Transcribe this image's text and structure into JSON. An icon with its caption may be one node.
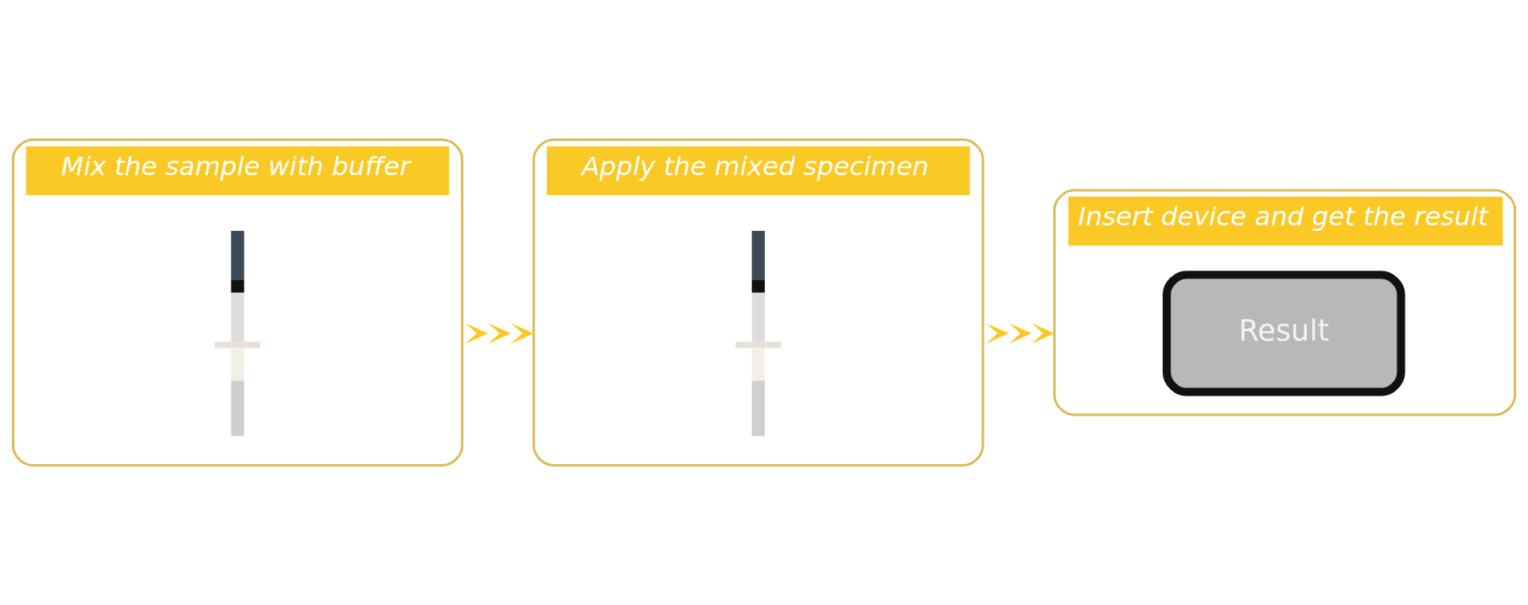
{
  "diagram": {
    "nodes": [
      {
        "text": [
          "Mix the sample with buffer"
        ]
      },
      {
        "text": [],
        "shape": "picture",
        "in": 0
      },
      {
        "text": [
          "Apply the mixed specimen"
        ]
      },
      {
        "text": [],
        "shape": "picture",
        "in": 2
      },
      {
        "text": [
          "Insert device and get the result"
        ]
      },
      {
        "text": [
          "Result"
        ],
        "in": 4
      }
    ],
    "edges": [
      {
        "from": 0,
        "to": 2,
        "arrow": "to"
      },
      {
        "from": 2,
        "to": 4,
        "arrow": "to"
      }
    ]
  }
}
